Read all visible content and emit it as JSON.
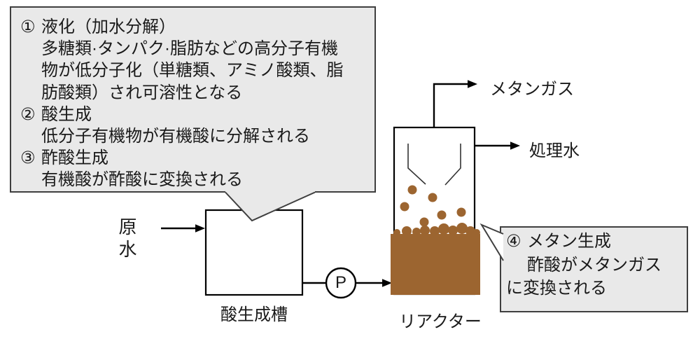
{
  "colors": {
    "line": "#000000",
    "text": "#1a1a1a",
    "callout_fill": "#e9e9e9",
    "callout_border": "#3f3f3f",
    "funnel_line": "#333333",
    "sludge_brown": "#9c6530"
  },
  "callout_hydrolysis": {
    "lines": [
      {
        "num": "①",
        "text": "液化（加水分解）"
      },
      {
        "num": "",
        "text": "多糖類·タンパク·脂肪などの高分子有機"
      },
      {
        "num": "",
        "text": "物が低分子化（単糖類、アミノ酸類、脂"
      },
      {
        "num": "",
        "text": "肪酸類）され可溶性となる"
      },
      {
        "num": "②",
        "text": "酸生成"
      },
      {
        "num": "",
        "text": "低分子有機物が有機酸に分解される"
      },
      {
        "num": "③",
        "text": "酢酸生成"
      },
      {
        "num": "",
        "text": "有機酸が酢酸に変換される"
      }
    ]
  },
  "callout_methane": {
    "lines": [
      {
        "num": "④",
        "text": "メタン生成"
      },
      {
        "num": "",
        "text": "酢酸がメタンガス"
      }
    ],
    "line3": "に変換される"
  },
  "labels": {
    "raw_water": "原\n水",
    "acid_tank": "酸生成槽",
    "pump": "P",
    "reactor": "リアクター",
    "methane_gas": "メタンガス",
    "treated_water": "処理水"
  }
}
